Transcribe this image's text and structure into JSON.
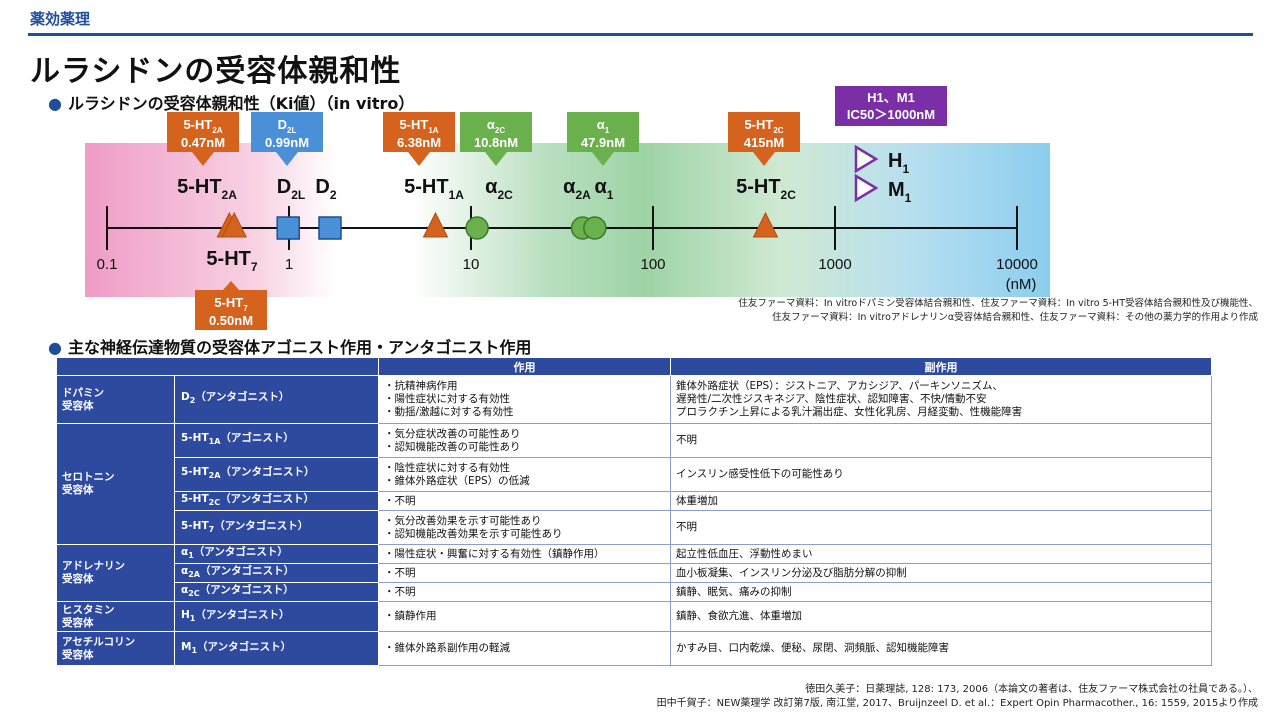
{
  "header": {
    "tag": "薬効薬理",
    "title": "ルラシドンの受容体親和性"
  },
  "section1": {
    "title": "ルラシドンの受容体親和性（Ki値）（in vitro）"
  },
  "section2": {
    "title": "主な神経伝達物質の受容体アゴニスト作用・アンタゴニスト作用"
  },
  "colors": {
    "brand": "#1f4e9b",
    "orange": "#d5631e",
    "blue_box": "#4a90d9",
    "green": "#6ab04c",
    "purple": "#7b2fa6"
  },
  "chart_data": {
    "type": "scatter",
    "x_scale": "log",
    "x_ticks": [
      "0.1",
      "1",
      "10",
      "100",
      "1000",
      "10000"
    ],
    "x_unit": "(nM)",
    "points": [
      {
        "receptor": "5-HT2A",
        "ki_nM": 0.47,
        "shape": "triangle",
        "color": "orange"
      },
      {
        "receptor": "5-HT7",
        "ki_nM": 0.5,
        "shape": "triangle",
        "color": "orange"
      },
      {
        "receptor": "D2L",
        "ki_nM": 0.99,
        "shape": "square",
        "color": "blue"
      },
      {
        "receptor": "D2",
        "ki_nM": 1.68,
        "shape": "square",
        "color": "blue"
      },
      {
        "receptor": "5-HT1A",
        "ki_nM": 6.38,
        "shape": "triangle",
        "color": "orange"
      },
      {
        "receptor": "α2C",
        "ki_nM": 10.8,
        "shape": "circle",
        "color": "green"
      },
      {
        "receptor": "α2A",
        "ki_nM": 41,
        "shape": "circle",
        "color": "green"
      },
      {
        "receptor": "α1",
        "ki_nM": 47.9,
        "shape": "circle",
        "color": "green"
      },
      {
        "receptor": "5-HT2C",
        "ki_nM": 415,
        "shape": "triangle",
        "color": "orange"
      }
    ],
    "callouts": [
      {
        "name": "5-HT",
        "sub": "2A",
        "value": "0.47nM"
      },
      {
        "name": "D",
        "sub": "2L",
        "value": "0.99nM"
      },
      {
        "name": "5-HT",
        "sub": "1A",
        "value": "6.38nM"
      },
      {
        "name": "α",
        "sub": "2C",
        "value": "10.8nM"
      },
      {
        "name": "α",
        "sub": "1",
        "value": "47.9nM"
      },
      {
        "name": "5-HT",
        "sub": "2C",
        "value": "415nM"
      },
      {
        "name": "5-HT",
        "sub": "7",
        "value": "0.50nM"
      }
    ],
    "axis_labels": [
      {
        "name": "5-HT",
        "sub": "2A"
      },
      {
        "name": "D",
        "sub": "2L"
      },
      {
        "name": "D",
        "sub": "2"
      },
      {
        "name": "5-HT",
        "sub": "1A"
      },
      {
        "name": "α",
        "sub": "2C"
      },
      {
        "name": "α",
        "sub": "2A"
      },
      {
        "name": "α",
        "sub": "1"
      },
      {
        "name": "5-HT",
        "sub": "2C"
      },
      {
        "name": "5-HT",
        "sub": "7"
      }
    ],
    "purple_box": {
      "line1": "H1、M1",
      "line2": "IC50＞1000nM"
    },
    "purple_legend": [
      "H1",
      "M1"
    ]
  },
  "ref1": {
    "line1": "住友ファーマ資料：In vitroドパミン受容体結合親和性、住友ファーマ資料：In vitro 5-HT受容体結合親和性及び機能性、",
    "line2": "住友ファーマ資料：In vitroアドレナリンα受容体結合親和性、住友ファーマ資料：その他の薬力学的作用より作成"
  },
  "table": {
    "headers": [
      "作用",
      "副作用"
    ],
    "groups": [
      {
        "label": [
          "ドパミン",
          "受容体"
        ],
        "rows": [
          {
            "name": "D",
            "sub": "2",
            "mode": "（アンタゴニスト）",
            "eff": [
              "・抗精神病作用",
              "・陽性症状に対する有効性",
              "・動揺/激越に対する有効性"
            ],
            "side": [
              "錐体外路症状（EPS）：ジストニア、アカシジア、パーキンソニズム、",
              "遅発性/二次性ジスキネジア、陰性症状、認知障害、不快/情動不安",
              "プロラクチン上昇による乳汁漏出症、女性化乳房、月経変動、性機能障害"
            ]
          }
        ]
      },
      {
        "label": [
          "セロトニン",
          "受容体"
        ],
        "rows": [
          {
            "name": "5-HT",
            "sub": "1A",
            "mode": "（アゴニスト）",
            "eff": [
              "・気分症状改善の可能性あり",
              "・認知機能改善の可能性あり"
            ],
            "side": [
              "不明"
            ]
          },
          {
            "name": "5-HT",
            "sub": "2A",
            "mode": "（アンタゴニスト）",
            "eff": [
              "・陰性症状に対する有効性",
              "・錐体外路症状（EPS）の低減"
            ],
            "side": [
              "インスリン感受性低下の可能性あり"
            ]
          },
          {
            "name": "5-HT",
            "sub": "2C",
            "mode": "（アンタゴニスト）",
            "eff": [
              "・不明"
            ],
            "side": [
              "体重増加"
            ]
          },
          {
            "name": "5-HT",
            "sub": "7",
            "mode": "（アンタゴニスト）",
            "eff": [
              "・気分改善効果を示す可能性あり",
              "・認知機能改善効果を示す可能性あり"
            ],
            "side": [
              "不明"
            ]
          }
        ]
      },
      {
        "label": [
          "アドレナリン",
          "受容体"
        ],
        "rows": [
          {
            "name": "α",
            "sub": "1",
            "mode": "（アンタゴニスト）",
            "eff": [
              "・陽性症状・興奮に対する有効性（鎮静作用）"
            ],
            "side": [
              "起立性低血圧、浮動性めまい"
            ]
          },
          {
            "name": "α",
            "sub": "2A",
            "mode": "（アンタゴニスト）",
            "eff": [
              "・不明"
            ],
            "side": [
              "血小板凝集、インスリン分泌及び脂肪分解の抑制"
            ]
          },
          {
            "name": "α",
            "sub": "2C",
            "mode": "（アンタゴニスト）",
            "eff": [
              "・不明"
            ],
            "side": [
              "鎮静、眠気、痛みの抑制"
            ]
          }
        ]
      },
      {
        "label": [
          "ヒスタミン",
          "受容体"
        ],
        "rows": [
          {
            "name": "H",
            "sub": "1",
            "mode": "（アンタゴニスト）",
            "eff": [
              "・鎮静作用"
            ],
            "side": [
              "鎮静、食欲亢進、体重増加"
            ]
          }
        ]
      },
      {
        "label": [
          "アセチルコリン",
          "受容体"
        ],
        "rows": [
          {
            "name": "M",
            "sub": "1",
            "mode": "（アンタゴニスト）",
            "eff": [
              "・錐体外路系副作用の軽減"
            ],
            "side": [
              "かすみ目、口内乾燥、便秘、尿閉、洞頻脈、認知機能障害"
            ]
          }
        ]
      }
    ]
  },
  "ref2": {
    "line1": "徳田久美子：日薬理誌, 128: 173, 2006（本論文の著者は、住友ファーマ株式会社の社員である。）、",
    "line2": "田中千賀子：NEW薬理学 改訂第7版, 南江堂, 2017、Bruijnzeel D. et al.：Expert Opin Pharmacother., 16: 1559, 2015より作成"
  }
}
